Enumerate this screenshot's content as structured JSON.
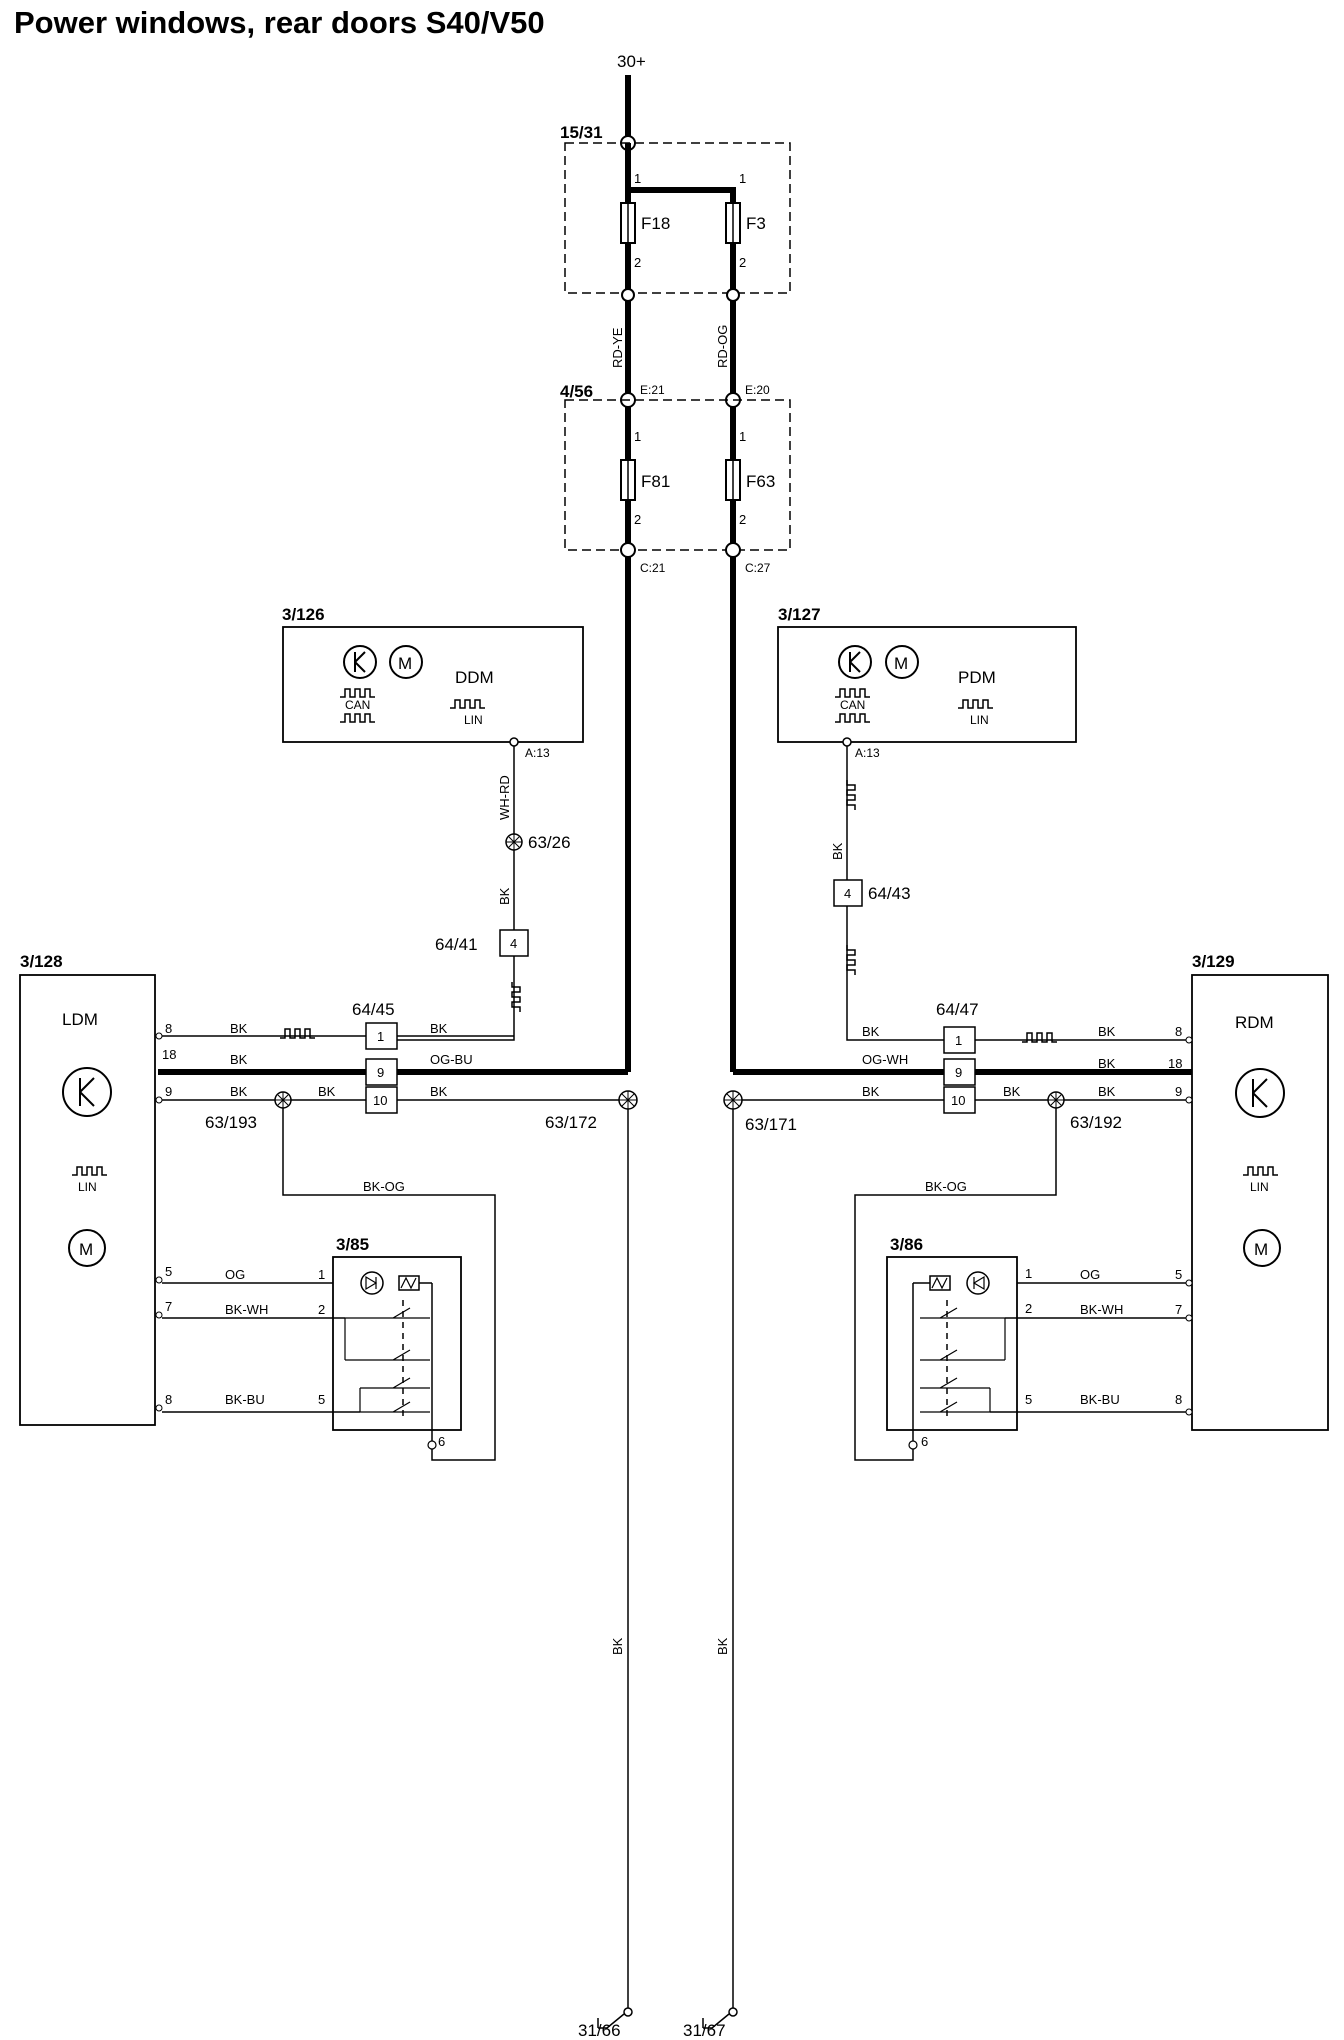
{
  "title": "Power windows, rear doors S40/V50",
  "supply": {
    "terminal": "30+",
    "junction": "15/31"
  },
  "fusebox_a": {
    "fuses": [
      "F18",
      "F3"
    ]
  },
  "fusebox_b": {
    "ref": "4/56",
    "fuses": [
      "F81",
      "F63"
    ],
    "conn_top": [
      "E:21",
      "E:20"
    ],
    "conn_bottom": [
      "C:21",
      "C:27"
    ]
  },
  "wires": {
    "rd_ye": "RD-YE",
    "rd_og": "RD-OG",
    "wh_rd": "WH-RD",
    "bk": "BK",
    "og_bu": "OG-BU",
    "og_wh": "OG-WH",
    "bk_og": "BK-OG",
    "og": "OG",
    "bk_wh": "BK-WH",
    "bk_bu": "BK-BU"
  },
  "modules": {
    "ddm": {
      "ref": "3/126",
      "name": "DDM",
      "pin": "A:13"
    },
    "pdm": {
      "ref": "3/127",
      "name": "PDM",
      "pin": "A:13"
    },
    "ldm": {
      "ref": "3/128",
      "name": "LDM"
    },
    "rdm": {
      "ref": "3/129",
      "name": "RDM"
    },
    "can": "CAN",
    "lin": "LIN"
  },
  "connectors": {
    "c_64_45": "64/45",
    "c_64_47": "64/47",
    "c_64_41": "64/41",
    "c_64_43": "64/43",
    "pin_1": "1",
    "pin_9": "9",
    "pin_10": "10",
    "pin_4": "4"
  },
  "splices": {
    "s_63_26": "63/26",
    "s_63_193": "63/193",
    "s_63_172": "63/172",
    "s_63_171": "63/171",
    "s_63_192": "63/192"
  },
  "switches": {
    "left": "3/85",
    "right": "3/86"
  },
  "grounds": [
    "31/66",
    "31/67"
  ],
  "pins": {
    "p1": "1",
    "p2": "2",
    "p5": "5",
    "p6": "6",
    "p7": "7",
    "p8": "8",
    "p9": "9",
    "p18": "18"
  }
}
